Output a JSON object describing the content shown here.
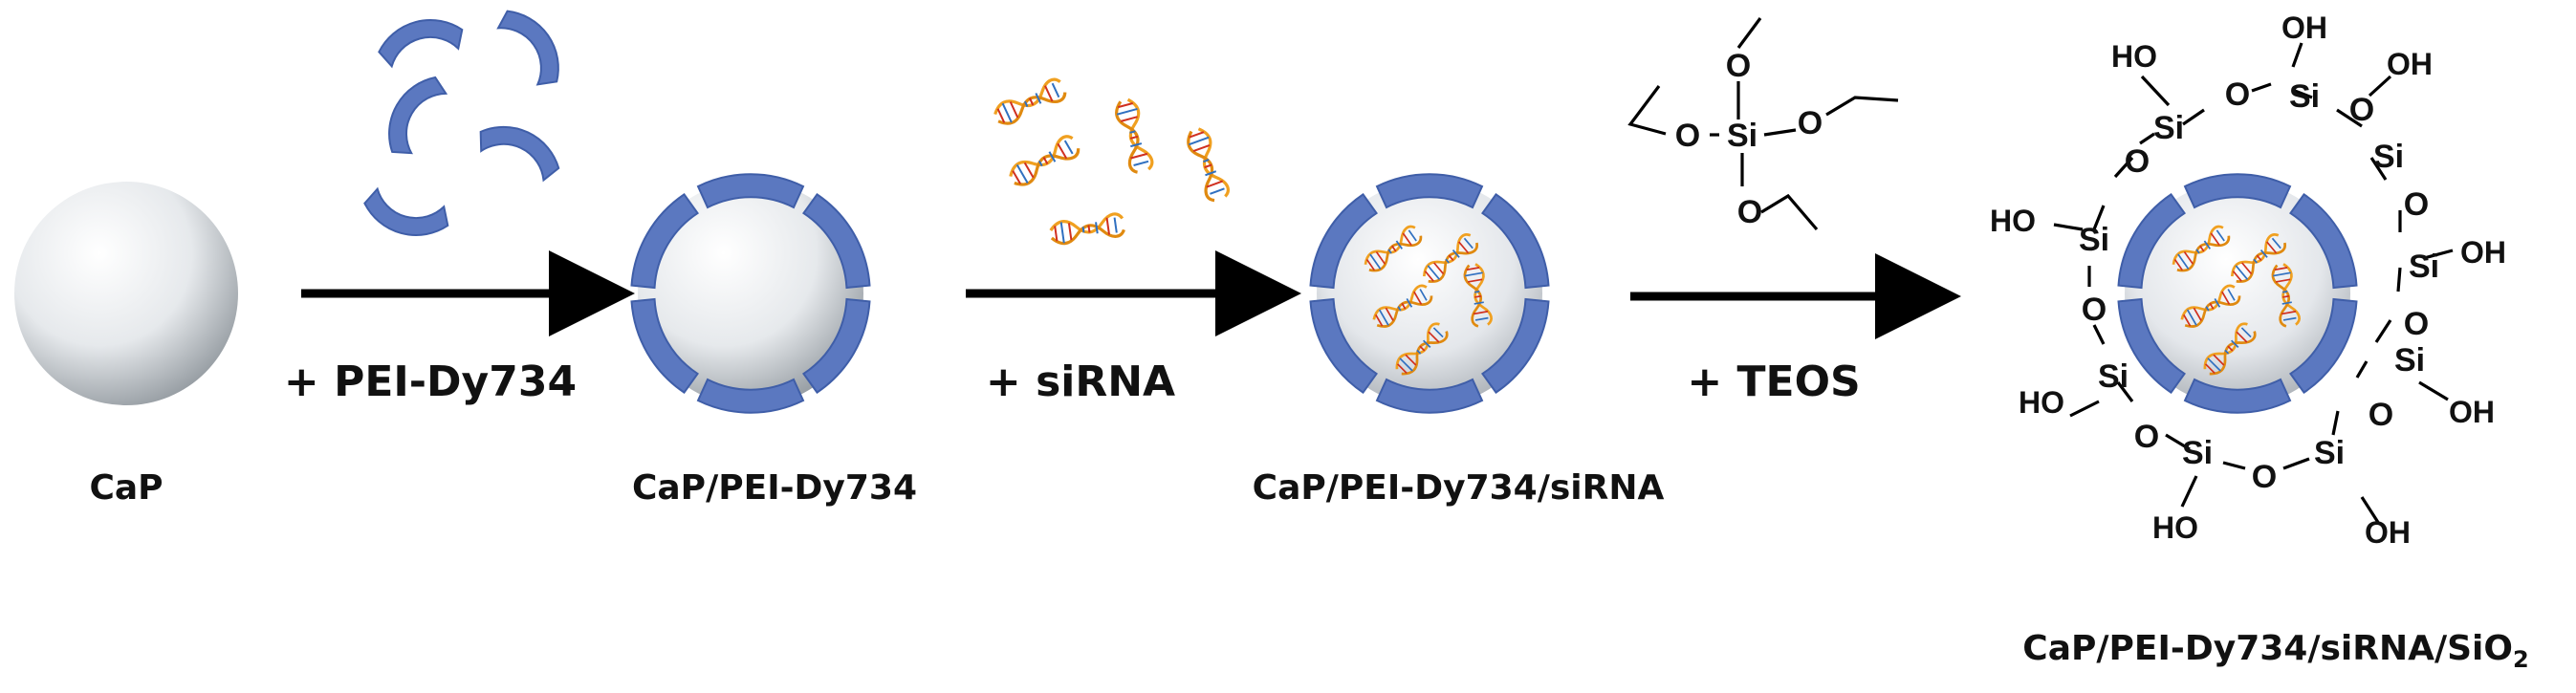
{
  "stages": [
    {
      "label": "CaP"
    },
    {
      "label": "CaP/PEI-Dy734"
    },
    {
      "label": "CaP/PEI-Dy734/siRNA"
    },
    {
      "label": "CaP/PEI-Dy734/siRNA/SiO",
      "subscript": "2"
    }
  ],
  "reagents": [
    {
      "label": "+ PEI-Dy734"
    },
    {
      "label": "+ siRNA"
    },
    {
      "label": "+ TEOS"
    }
  ],
  "chem": {
    "silicon": "Si",
    "oxygen": "O",
    "hydroxyl": "HO",
    "hydroxyl_right": "OH"
  },
  "colors": {
    "pei_shell": "#5b78c0",
    "pei_shell_dark": "#3f5ea8",
    "sirna_orange": "#f0a020",
    "sirna_rung_red": "#d03020",
    "sirna_rung_blue": "#3070c0",
    "sphere_light": "#ffffff",
    "sphere_dark": "#8f969c"
  }
}
